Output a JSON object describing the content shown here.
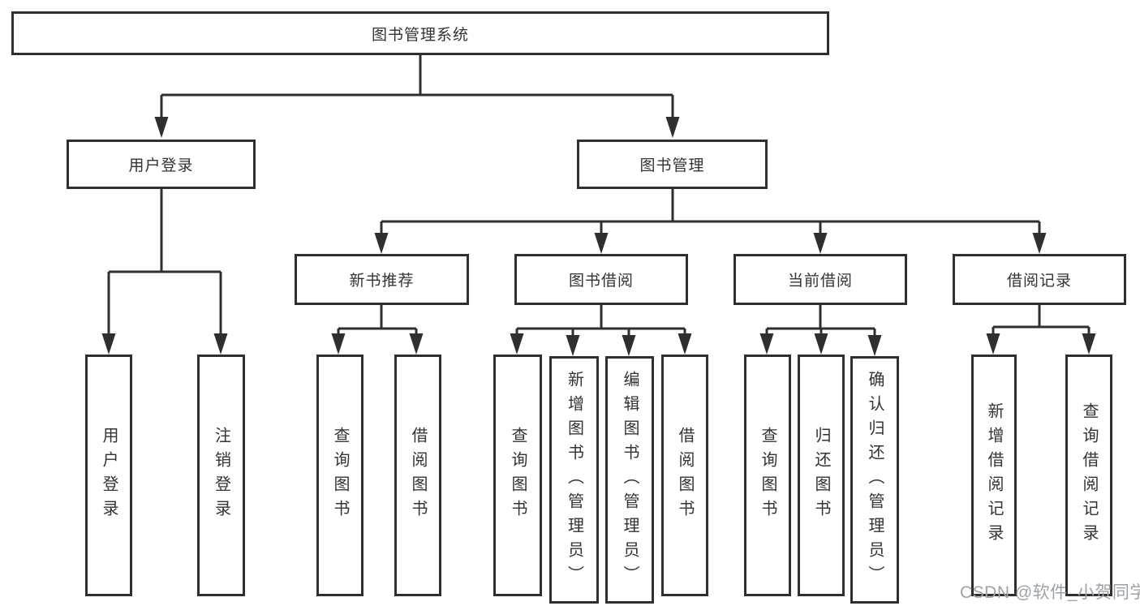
{
  "colors": {
    "line": "#2F2F2F",
    "box_border": "#2F2F2F",
    "box_background": "#FFFFFF",
    "text": "#333333",
    "watermark": "#9EA3A8",
    "page_background": "#FFFFFF"
  },
  "tree": {
    "label": "图书管理系统",
    "children": [
      {
        "label": "用户登录",
        "children": [
          {
            "label": "用户登录"
          },
          {
            "label": "注销登录"
          }
        ]
      },
      {
        "label": "图书管理",
        "children": [
          {
            "label": "新书推荐",
            "children": [
              {
                "label": "查询图书"
              },
              {
                "label": "借阅图书"
              }
            ]
          },
          {
            "label": "图书借阅",
            "children": [
              {
                "label": "查询图书"
              },
              {
                "label": "新增图书（管理员）"
              },
              {
                "label": "编辑图书（管理员）"
              },
              {
                "label": "借阅图书"
              }
            ]
          },
          {
            "label": "当前借阅",
            "children": [
              {
                "label": "查询图书"
              },
              {
                "label": "归还图书"
              },
              {
                "label": "确认归还（管理员）"
              }
            ]
          },
          {
            "label": "借阅记录",
            "children": [
              {
                "label": "新增借阅记录"
              },
              {
                "label": "查询借阅记录"
              }
            ]
          }
        ]
      }
    ]
  },
  "watermark": {
    "text": "CSDN @软件_小贺同学"
  }
}
